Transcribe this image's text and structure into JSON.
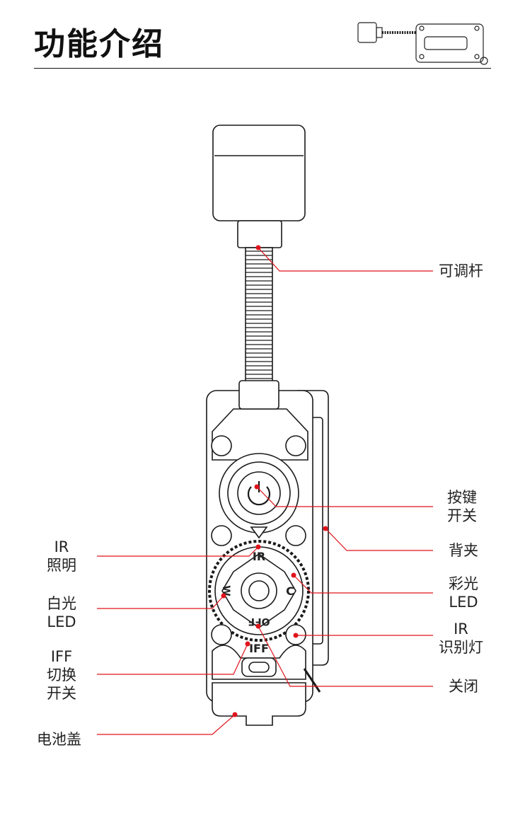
{
  "header": {
    "title": "功能介绍"
  },
  "device_marks": {
    "ir": "IR",
    "c": "C",
    "w": "W",
    "off": "OFF",
    "iff": "IFF"
  },
  "callouts": {
    "adjustable_rod": "可调杆",
    "button_switch": [
      "按键",
      "开关"
    ],
    "back_clip": "背夹",
    "color_led": [
      "彩光",
      "LED"
    ],
    "ir_id_light": [
      "IR",
      "识别灯"
    ],
    "off": "关闭",
    "ir_illumination": [
      "IR",
      "照明"
    ],
    "white_led": [
      "白光",
      "LED"
    ],
    "iff_switch": [
      "IFF",
      "切换",
      "开关"
    ],
    "battery_cover": "电池盖"
  },
  "colors": {
    "accent": "#e0131b",
    "line": "#1a1a1a"
  }
}
